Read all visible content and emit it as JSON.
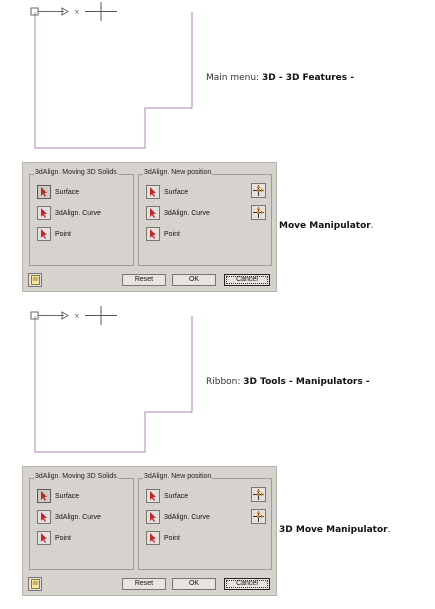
{
  "menu_caption": {
    "prefix": "Main menu: ",
    "path": "3D - 3D Features -"
  },
  "ribbon_caption": {
    "prefix": "Ribbon: ",
    "path": "3D Tools - Manipulators -"
  },
  "dialog1": {
    "left_group": {
      "title": "3dAlign. Moving 3D Solids",
      "items": [
        "Surface",
        "3dAlign. Curve",
        "Point"
      ]
    },
    "right_group": {
      "title": "3dAlign. New position",
      "items": [
        "Surface",
        "3dAlign. Curve",
        "Point"
      ]
    },
    "buttons": {
      "reset": "Reset",
      "ok": "OK",
      "cancel": "Cancel"
    },
    "caption": "Move Manipulator",
    "caption_suffix": "."
  },
  "dialog2": {
    "left_group": {
      "title": "3dAlign. Moving 3D Solids",
      "items": [
        "Surface",
        "3dAlign. Curve",
        "Point"
      ]
    },
    "right_group": {
      "title": "3dAlign. New position",
      "items": [
        "Surface",
        "3dAlign. Curve",
        "Point"
      ]
    },
    "buttons": {
      "reset": "Reset",
      "ok": "OK",
      "cancel": "Cancel"
    },
    "caption": "3D Move Manipulator",
    "caption_suffix": "."
  },
  "icons": {
    "pick": "pick-arrow-icon",
    "manipulator": "move-manipulator-icon",
    "help": "help-icon",
    "ucs": "ucs-icon",
    "cursor": "crosshair-cursor-icon"
  },
  "colors": {
    "outline": "#b083b6",
    "dialog_bg": "#d6d3ce",
    "pick_arrow": "#c0272d"
  }
}
